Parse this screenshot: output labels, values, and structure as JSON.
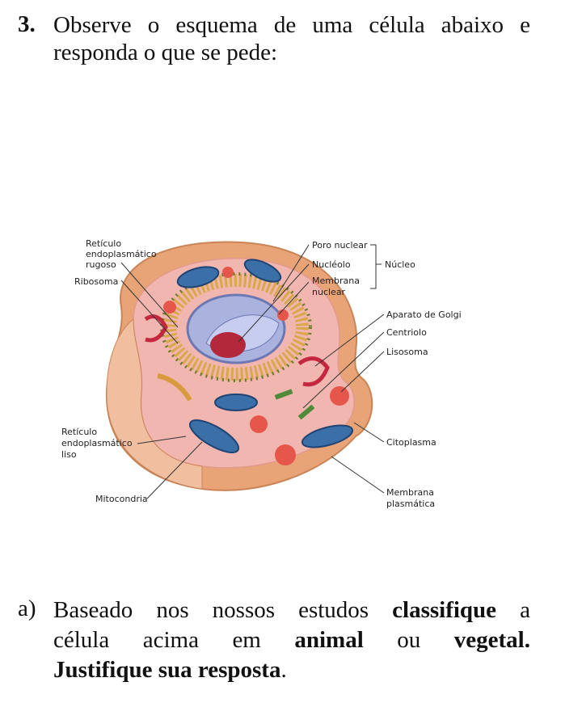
{
  "question": {
    "number": "3.",
    "line1_words": [
      "Observe",
      "o",
      "esquema",
      "de",
      "uma",
      "célula",
      "abaixo",
      "e"
    ],
    "line2": "responda o que se pede:"
  },
  "figure": {
    "labels": {
      "reticulo_rugoso_1": "Retículo",
      "reticulo_rugoso_2": "endoplasmático",
      "reticulo_rugoso_3": "rugoso",
      "ribosoma": "Ribosoma",
      "poro_nuclear": "Poro nuclear",
      "nucleolo": "Nucléolo",
      "nucleo": "Núcleo",
      "membrana_nuclear_1": "Membrana",
      "membrana_nuclear_2": "nuclear",
      "golgi": "Aparato de Golgi",
      "centriolo": "Centriolo",
      "lisosoma": "Lisosoma",
      "reticulo_liso_1": "Retículo",
      "reticulo_liso_2": "endoplasmático",
      "reticulo_liso_3": "liso",
      "citoplasma": "Citoplasma",
      "mitocondria": "Mitocondria",
      "membrana_plasmatica_1": "Membrana",
      "membrana_plasmatica_2": "plasmática"
    }
  },
  "item_a": {
    "letter": "a)",
    "row1": [
      "Baseado",
      "nos",
      "nossos",
      "estudos",
      "classifique",
      "a"
    ],
    "row2": [
      "célula",
      "acima",
      "em",
      "animal",
      "ou",
      "vegetal."
    ],
    "row3_bold": "Justifique sua resposta",
    "row3_end": "."
  },
  "colors": {
    "cytoplasm": "#f2b6b0",
    "membrane": "#e8a377",
    "nucleus": "#a9b3dd",
    "nucleolus": "#b3283a",
    "mitochondria": "#3b6fa8",
    "lysosome": "#e5574a",
    "golgi": "#c4283f"
  }
}
